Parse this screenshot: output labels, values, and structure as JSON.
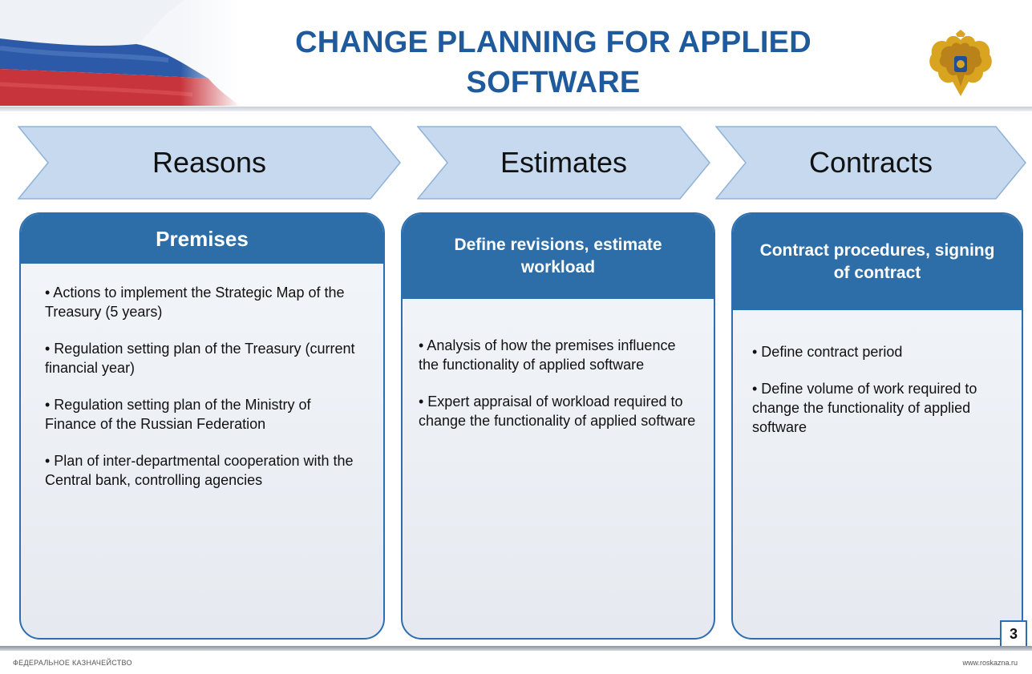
{
  "header": {
    "title_line1": "CHANGE PLANNING FOR APPLIED",
    "title_line2": "SOFTWARE",
    "emblem_icon": "double-headed-eagle-emblem",
    "flag_icon": "russian-flag-banner"
  },
  "stages": [
    {
      "label": "Reasons",
      "panel_title": "Premises",
      "bullets": [
        "• Actions to implement the Strategic Map of the Treasury (5 years)",
        "• Regulation setting plan of the Treasury (current financial year)",
        "• Regulation setting plan of the Ministry of Finance of the Russian Federation",
        "• Plan of inter-departmental cooperation with the Central bank, controlling agencies"
      ]
    },
    {
      "label": "Estimates",
      "panel_title": "Define revisions, estimate workload",
      "bullets": [
        "• Analysis of how the premises influence the functionality of applied software",
        "• Expert appraisal of workload required to change the functionality of applied software"
      ]
    },
    {
      "label": "Contracts",
      "panel_title": "Contract procedures, signing of contract",
      "bullets": [
        "• Define contract period",
        "• Define volume of work required to change the functionality of applied software"
      ]
    }
  ],
  "footer": {
    "left": "ФЕДЕРАЛЬНОЕ КАЗНАЧЕЙСТВО",
    "right": "www.roskazna.ru",
    "page_number": "3"
  },
  "colors": {
    "title": "#1f5a9c",
    "panel_header": "#2e6ea8",
    "panel_border": "#2e6db0",
    "chevron_fill": "#c6d9ef",
    "chevron_border": "#8fb2d9"
  }
}
